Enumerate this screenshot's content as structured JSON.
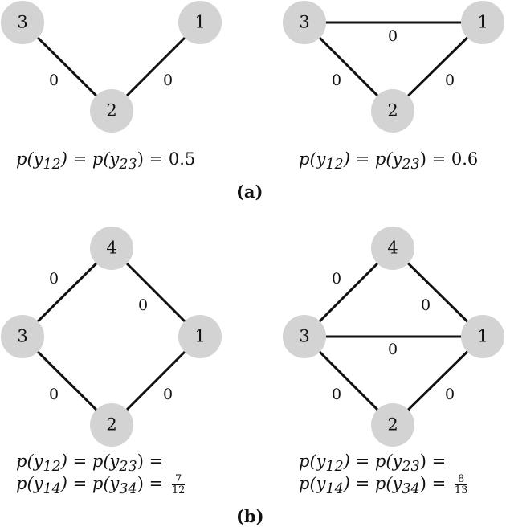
{
  "panels": [
    {
      "label": "(a)",
      "graphs": [
        {
          "nodes": [
            {
              "id": "3",
              "label": "3"
            },
            {
              "id": "1",
              "label": "1"
            },
            {
              "id": "2",
              "label": "2"
            }
          ],
          "edges": [
            {
              "from": "3",
              "to": "2",
              "label": "0"
            },
            {
              "from": "1",
              "to": "2",
              "label": "0"
            }
          ],
          "caption_lines": [
            [
              "p(y",
              "12",
              ") = p(y",
              "23",
              ") = 0.5"
            ]
          ]
        },
        {
          "nodes": [
            {
              "id": "3",
              "label": "3"
            },
            {
              "id": "1",
              "label": "1"
            },
            {
              "id": "2",
              "label": "2"
            }
          ],
          "edges": [
            {
              "from": "3",
              "to": "1",
              "label": "0"
            },
            {
              "from": "3",
              "to": "2",
              "label": "0"
            },
            {
              "from": "1",
              "to": "2",
              "label": "0"
            }
          ],
          "caption_lines": [
            [
              "p(y",
              "12",
              ") = p(y",
              "23",
              ") = 0.6"
            ]
          ]
        }
      ]
    },
    {
      "label": "(b)",
      "graphs": [
        {
          "nodes": [
            {
              "id": "4",
              "label": "4"
            },
            {
              "id": "3",
              "label": "3"
            },
            {
              "id": "1",
              "label": "1"
            },
            {
              "id": "2",
              "label": "2"
            }
          ],
          "edges": [
            {
              "from": "3",
              "to": "4",
              "label": "0"
            },
            {
              "from": "4",
              "to": "1",
              "label": "0"
            },
            {
              "from": "3",
              "to": "2",
              "label": "0"
            },
            {
              "from": "1",
              "to": "2",
              "label": "0"
            }
          ],
          "caption_lines": [
            [
              "p(y",
              "12",
              ") = p(y",
              "23",
              ") ="
            ],
            [
              "p(y",
              "14",
              ") = p(y",
              "34",
              ") ="
            ]
          ],
          "fraction": {
            "numerator": "7",
            "denominator": "12"
          }
        },
        {
          "nodes": [
            {
              "id": "4",
              "label": "4"
            },
            {
              "id": "3",
              "label": "3"
            },
            {
              "id": "1",
              "label": "1"
            },
            {
              "id": "2",
              "label": "2"
            }
          ],
          "edges": [
            {
              "from": "3",
              "to": "4",
              "label": "0"
            },
            {
              "from": "4",
              "to": "1",
              "label": "0"
            },
            {
              "from": "3",
              "to": "1",
              "label": "0"
            },
            {
              "from": "3",
              "to": "2",
              "label": "0"
            },
            {
              "from": "1",
              "to": "2",
              "label": "0"
            }
          ],
          "caption_lines": [
            [
              "p(y",
              "12",
              ") = p(y",
              "23",
              ") ="
            ],
            [
              "p(y",
              "14",
              ") = p(y",
              "34",
              ") ="
            ]
          ],
          "fraction": {
            "numerator": "8",
            "denominator": "13"
          }
        }
      ]
    }
  ]
}
